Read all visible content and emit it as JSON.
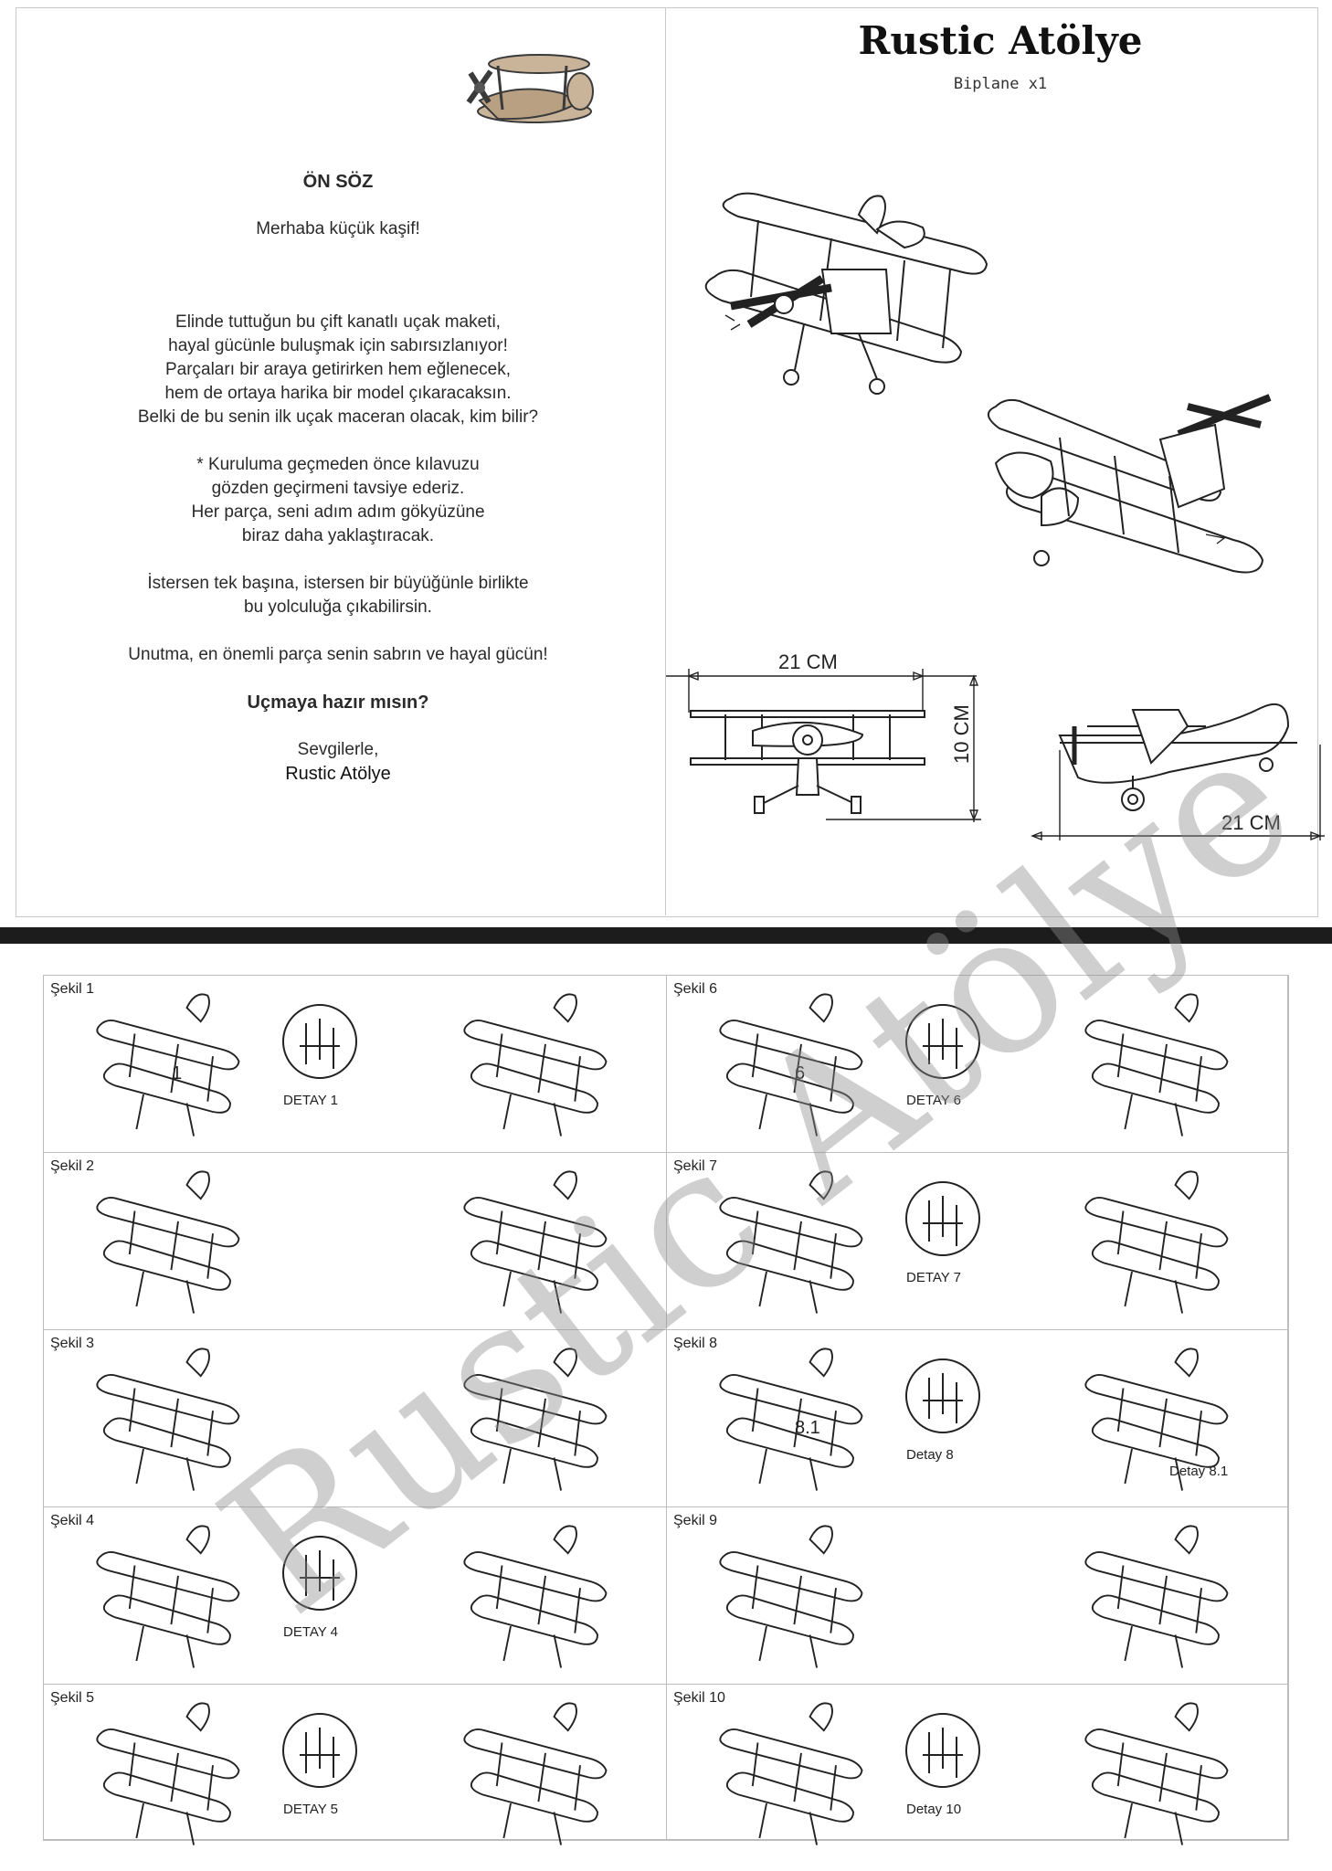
{
  "page1": {
    "preface": {
      "title": "ÖN SÖZ",
      "greeting": "Merhaba küçük kaşif!",
      "paragraph1": "Elinde tuttuğun bu çift kanatlı uçak maketi,\nhayal gücünle buluşmak için sabırsızlanıyor!\nParçaları bir araya getirirken hem eğlenecek,\nhem de ortaya harika bir model çıkaracaksın.\nBelki de bu senin ilk uçak maceran olacak, kim bilir?",
      "paragraph2": "* Kuruluma geçmeden önce kılavuzu\ngözden geçirmeni tavsiye ederiz.\nHer parça, seni adım adım gökyüzüne\nbiraz daha yaklaştıracak.",
      "paragraph3": "İstersen tek başına, istersen bir büyüğünle birlikte\nbu yolculuğa çıkabilirsin.",
      "paragraph4": "Unutma, en önemli parça senin sabrın ve hayal gücün!",
      "question": "Uçmaya hazır mısın?",
      "closing": "Sevgilerle,",
      "signature": "Rustic Atölye"
    },
    "brand": {
      "title": "Rustic Atölye",
      "subtitle": "Biplane x1"
    },
    "dimensions": {
      "width_top": "21 CM",
      "height": "10 CM",
      "length": "21 CM"
    }
  },
  "page2": {
    "steps": [
      {
        "label": "Şekil 1",
        "detail": "DETAY 1",
        "callout": "1"
      },
      {
        "label": "Şekil 6",
        "detail": "DETAY 6",
        "callout": "6"
      },
      {
        "label": "Şekil 2",
        "detail": ""
      },
      {
        "label": "Şekil 7",
        "detail": "DETAY 7"
      },
      {
        "label": "Şekil 3",
        "detail": ""
      },
      {
        "label": "Şekil 8",
        "detail": "Detay 8",
        "detail2": "Detay 8.1",
        "callout": "8.1"
      },
      {
        "label": "Şekil 4",
        "detail": "DETAY 4"
      },
      {
        "label": "Şekil 9",
        "detail": ""
      },
      {
        "label": "Şekil 5",
        "detail": "DETAY 5"
      },
      {
        "label": "Şekil 10",
        "detail": "Detay 10"
      }
    ],
    "watermark": "Rustic Atölye"
  },
  "colors": {
    "background": "#1c1c1c",
    "paper": "#ffffff",
    "line": "#222222",
    "watermark": "#8c8c8c"
  }
}
